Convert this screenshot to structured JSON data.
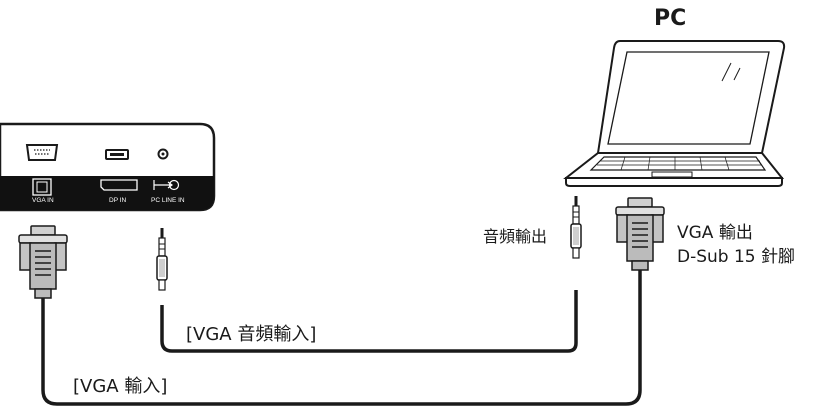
{
  "pc": {
    "label": "PC"
  },
  "panel": {
    "vga_in": "VGA IN",
    "dp_in": "DP IN",
    "pc_line_in": "PC LINE IN"
  },
  "labels": {
    "audio_out": "音頻輸出",
    "vga_out_line1": "VGA 輸出",
    "vga_out_line2": "D-Sub 15 針腳",
    "vga_audio_in": "[VGA 音頻輸入]",
    "vga_in": "[VGA 輸入]"
  },
  "colors": {
    "line": "#1a1a1a",
    "panel_dark": "#111111",
    "connector_gray": "#c8c8c8"
  }
}
